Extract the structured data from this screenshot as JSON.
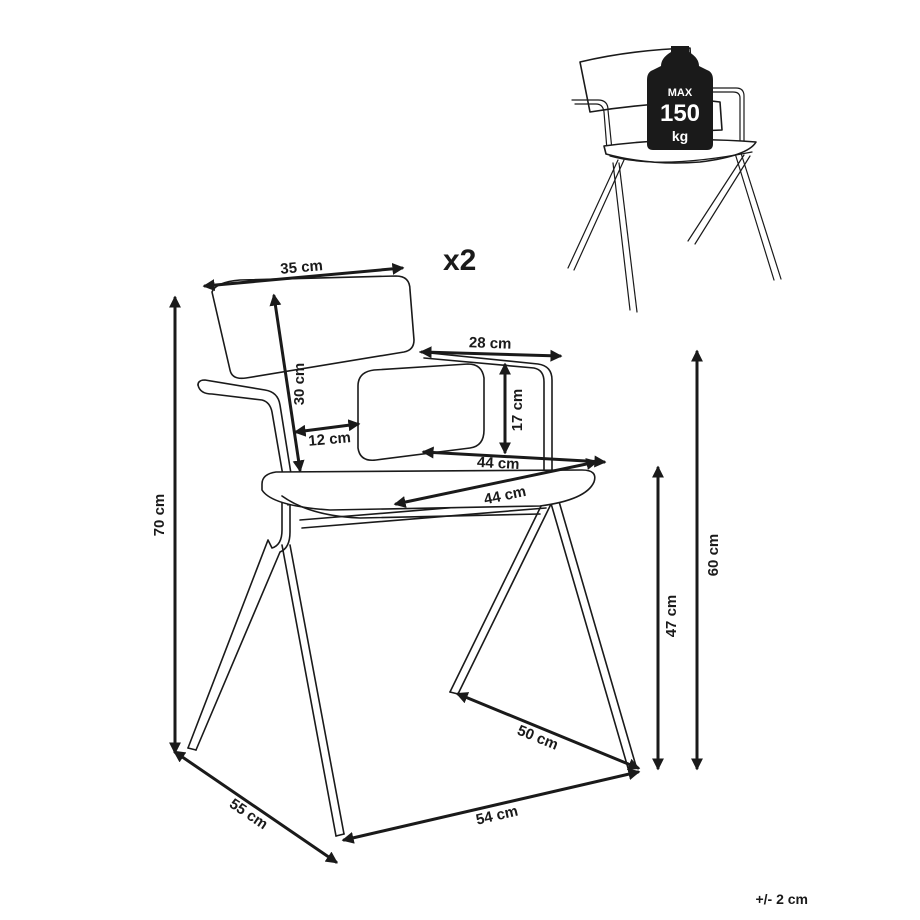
{
  "quantity": "x2",
  "max_load": {
    "top": "MAX",
    "value": "150",
    "unit": "kg"
  },
  "dimensions": {
    "backrest_width": "35 cm",
    "backrest_height": "30 cm",
    "backrest_gap": "12 cm",
    "armrest_depth": "28 cm",
    "armrest_height": "17 cm",
    "seat_width": "44 cm",
    "seat_depth": "44 cm",
    "total_height": "70 cm",
    "armrest_floor_height": "60 cm",
    "seat_height": "47 cm",
    "base_depth": "50 cm",
    "base_width": "54 cm",
    "overall_depth": "55 cm"
  },
  "tolerance": "+/- 2 cm",
  "colors": {
    "line": "#1a1a1a",
    "badge": "#1a1a1a",
    "background": "#ffffff"
  }
}
